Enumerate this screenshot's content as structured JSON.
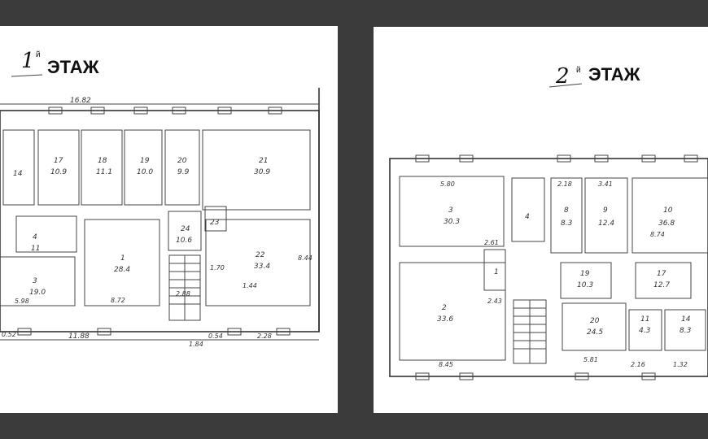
{
  "floor1": {
    "number": "1",
    "suffix": "й",
    "label": "ЭТАЖ",
    "dims": [
      "16.82",
      "11.88",
      "1.84",
      "0.54",
      "2.28",
      "0.52",
      "5.98",
      "8.72",
      "8.44",
      "1.70",
      "1.44",
      "2.88"
    ],
    "rooms": [
      {
        "id": "17",
        "area": "10.9"
      },
      {
        "id": "18",
        "area": "11.1"
      },
      {
        "id": "19",
        "area": "10.0"
      },
      {
        "id": "20",
        "area": "9.9"
      },
      {
        "id": "21",
        "area": "30.9"
      },
      {
        "id": "4",
        "area": "11"
      },
      {
        "id": "1",
        "area": "28.4"
      },
      {
        "id": "24",
        "area": "10.6"
      },
      {
        "id": "23",
        "area": ""
      },
      {
        "id": "22",
        "area": "33.4"
      },
      {
        "id": "3",
        "area": "19.0"
      },
      {
        "id": "14",
        "area": ""
      }
    ]
  },
  "floor2": {
    "number": "2",
    "suffix": "й",
    "label": "ЭТАЖ",
    "dims": [
      "5.80",
      "2.43",
      "8.45",
      "2.18",
      "3.41",
      "1.32",
      "2.16",
      "8.74",
      "5.81",
      "2.61"
    ],
    "rooms": [
      {
        "id": "3",
        "area": "30.3"
      },
      {
        "id": "4",
        "area": ""
      },
      {
        "id": "8",
        "area": "8.3"
      },
      {
        "id": "9",
        "area": "12.4"
      },
      {
        "id": "10",
        "area": "36.8"
      },
      {
        "id": "2",
        "area": "33.6"
      },
      {
        "id": "19",
        "area": "10.3"
      },
      {
        "id": "17",
        "area": "12.7"
      },
      {
        "id": "20",
        "area": "24.5"
      },
      {
        "id": "11",
        "area": "4.3"
      },
      {
        "id": "14",
        "area": "8.3"
      },
      {
        "id": "1",
        "area": ""
      }
    ]
  },
  "colors": {
    "background": "#3b3b3b",
    "sheet": "#ffffff",
    "ink": "#333333"
  }
}
